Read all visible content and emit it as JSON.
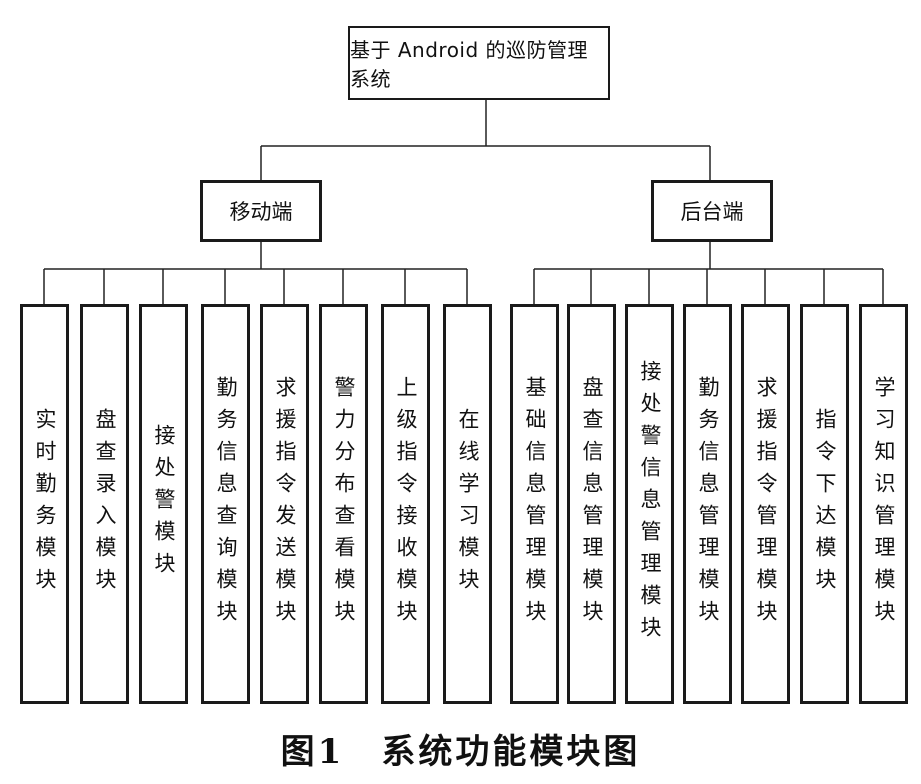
{
  "root": {
    "label": "基于 Android 的巡防管理系统"
  },
  "branches": {
    "mobile": {
      "label": "移动端"
    },
    "backend": {
      "label": "后台端"
    }
  },
  "mobile_modules": [
    "实时勤务模块",
    "盘查录入模块",
    "接处警模块",
    "勤务信息查询模块",
    "求援指令发送模块",
    "警力分布查看模块",
    "上级指令接收模块",
    "在线学习模块"
  ],
  "backend_modules": [
    "基础信息管理模块",
    "盘查信息管理模块",
    "接处警信息管理模块",
    "勤务信息管理模块",
    "求援指令管理模块",
    "指令下达模块",
    "学习知识管理模块"
  ],
  "caption": "图1　系统功能模块图"
}
